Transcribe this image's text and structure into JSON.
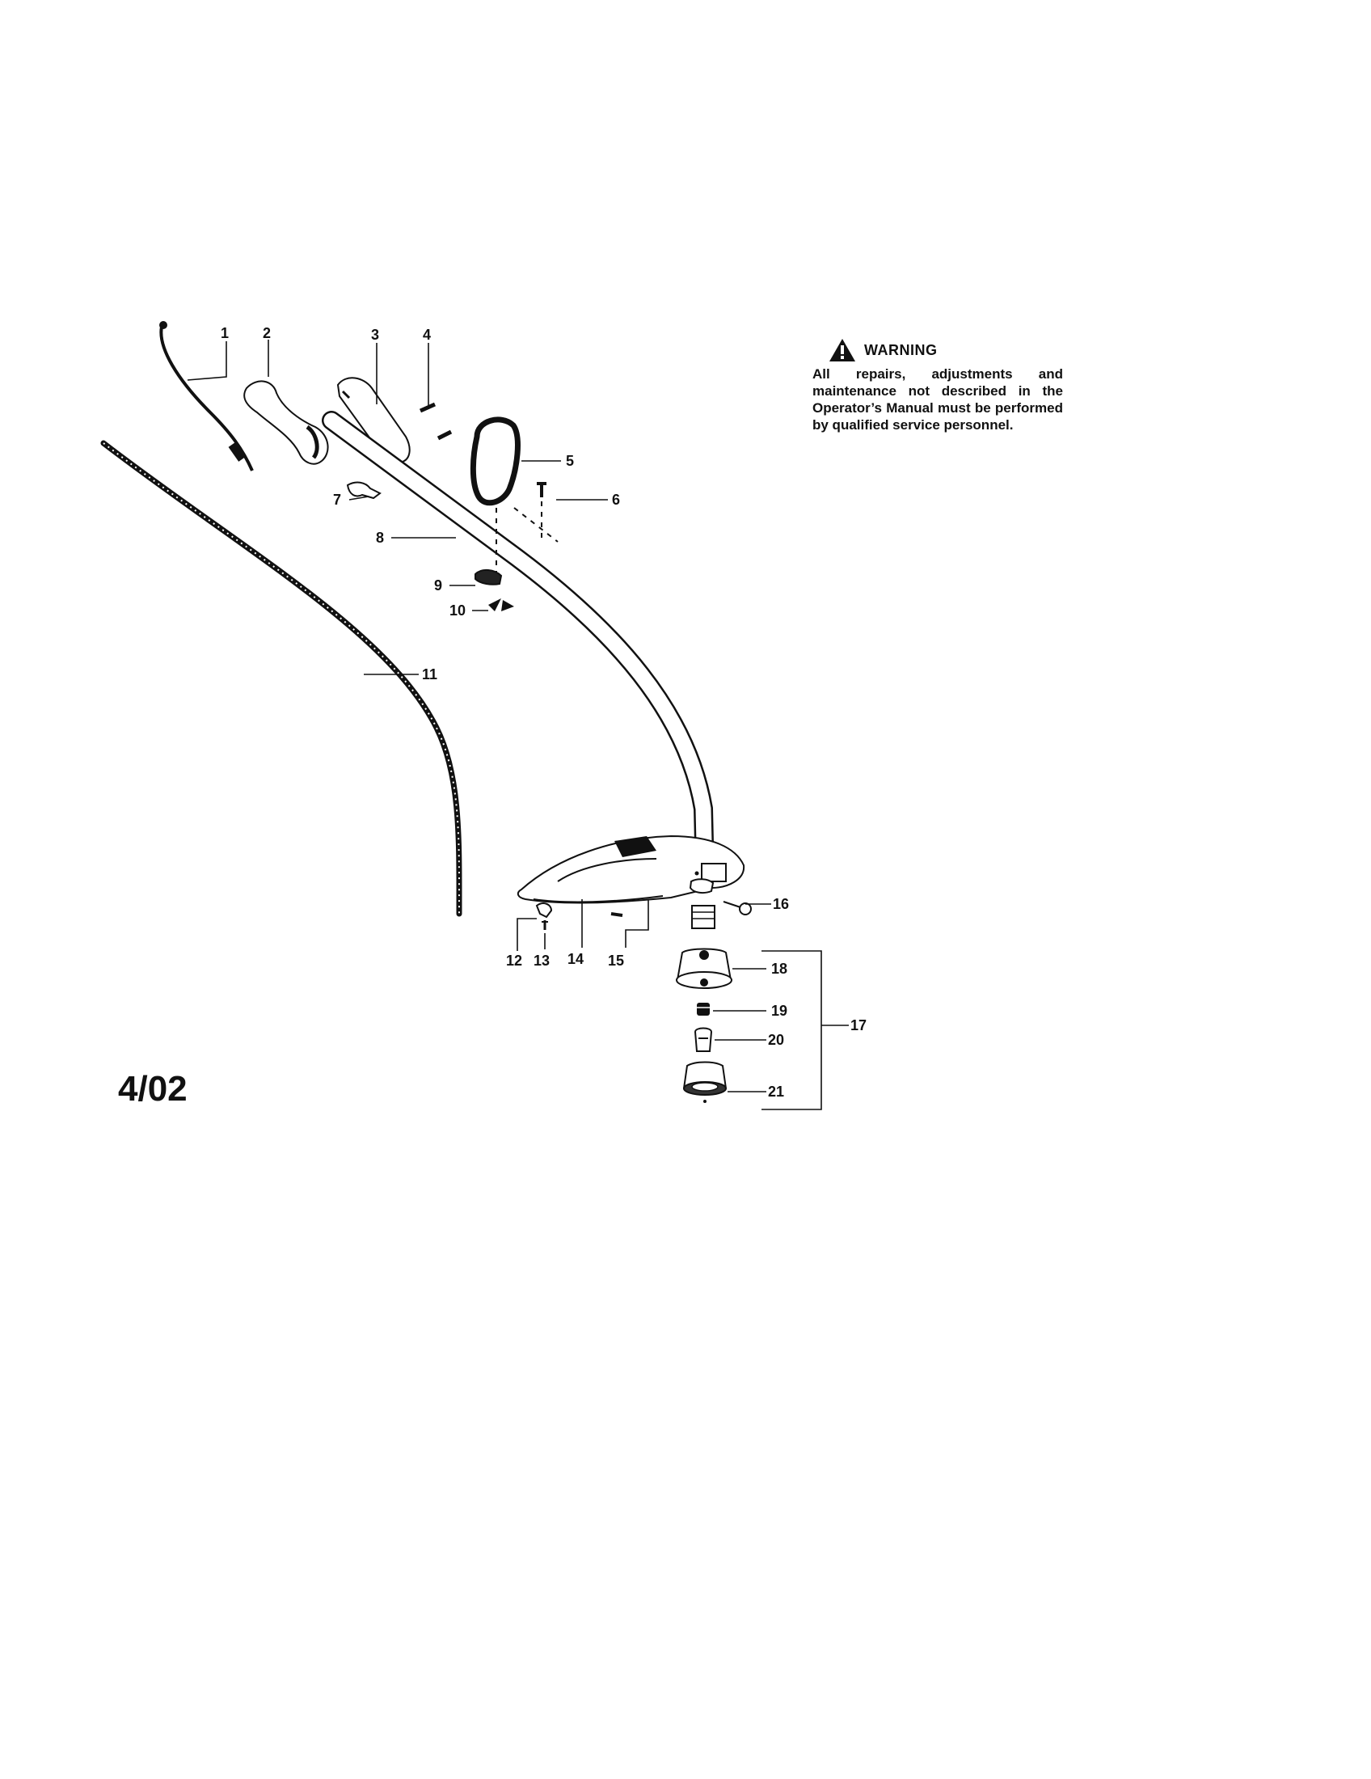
{
  "warning": {
    "icon": "warning-triangle-icon",
    "title": "WARNING",
    "text": "All repairs, adjustments and maintenance not described in the Operator’s Manual must be performed by qualified service personnel."
  },
  "date_code": "4/02",
  "callouts": {
    "c1": "1",
    "c2": "2",
    "c3": "3",
    "c4": "4",
    "c5": "5",
    "c6": "6",
    "c7": "7",
    "c8": "8",
    "c9": "9",
    "c10": "10",
    "c11": "11",
    "c12": "12",
    "c13": "13",
    "c14": "14",
    "c15": "15",
    "c16": "16",
    "c17": "17",
    "c18": "18",
    "c19": "19",
    "c20": "20",
    "c21": "21"
  }
}
